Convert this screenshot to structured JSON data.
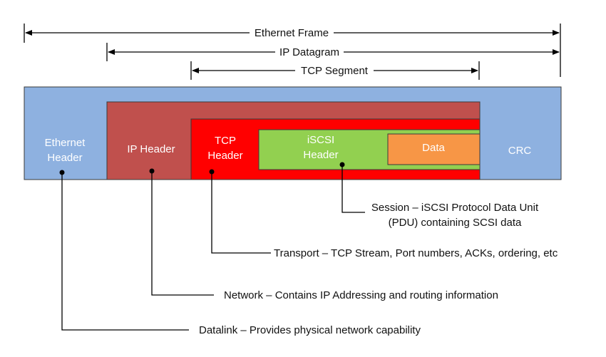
{
  "spans": [
    {
      "label": "Ethernet Frame"
    },
    {
      "label": "IP Datagram"
    },
    {
      "label": "TCP Segment"
    }
  ],
  "blocks": {
    "ethernet_header": {
      "line1": "Ethernet",
      "line2": "Header",
      "color": "#8EB1E0"
    },
    "ip_header": {
      "label": "IP Header",
      "color": "#C0504D"
    },
    "tcp_header": {
      "line1": "TCP",
      "line2": "Header",
      "color": "#FF0000"
    },
    "iscsi_header": {
      "line1": "iSCSI",
      "line2": "Header",
      "color": "#92D050"
    },
    "data": {
      "label": "Data",
      "color": "#F79646"
    },
    "crc": {
      "label": "CRC",
      "color": "#8EB1E0"
    }
  },
  "callouts": [
    {
      "line1": "Session – iSCSI Protocol Data Unit",
      "line2": "(PDU) containing SCSI data"
    },
    {
      "text": "Transport – TCP Stream, Port numbers, ACKs, ordering, etc"
    },
    {
      "text": "Network – Contains IP Addressing and routing information"
    },
    {
      "text": "Datalink – Provides physical network capability"
    }
  ]
}
